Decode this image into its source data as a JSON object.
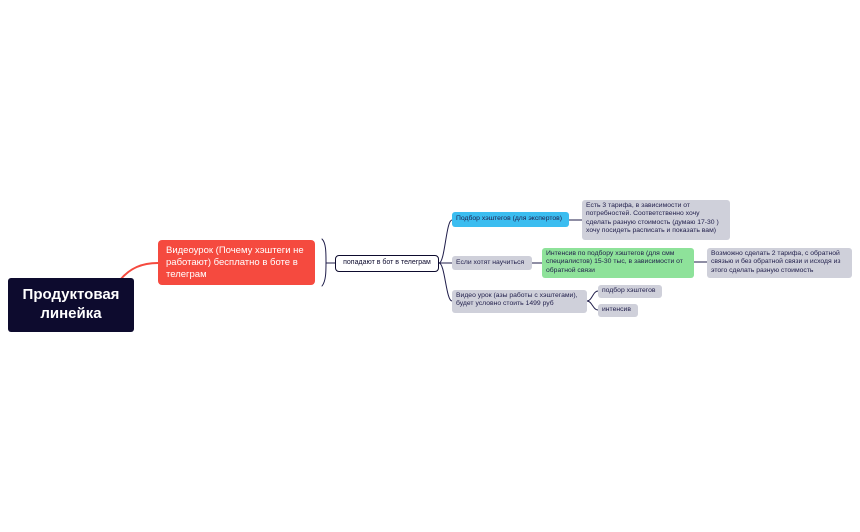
{
  "mindmap": {
    "root": "Продуктовая линейка",
    "level1": "Видеоурок (Почему хэштеги не работают) бесплатно в боте в телеграм",
    "level2": "попадают в бот в телеграм",
    "branches": [
      {
        "label": "Подбор хэштегов (для экспертов)",
        "detail": "Есть 3 тарифа, в зависимости от потребностей. Соответственно хочу сделать разную стоимость (думаю 17-30 ) хочу посидеть расписать и показать вам)"
      },
      {
        "label": "Если хотят научиться",
        "detail": "Интенсив по подбору хэштегов (для смм специалистов) 15-30 тыс, в зависимости от обратной связи",
        "subdetail": "Возможно сделать 2 тарифа, с обратной связью и без обратной связи и исходя из этого сделать разную стоимость"
      },
      {
        "label": "Видео урок (азы работы с хэштегами), будет условно стоить 1499 руб",
        "children": [
          "подбор хэштегов",
          "интенсив"
        ]
      }
    ]
  },
  "colors": {
    "root": "#0d0b2e",
    "accent_red": "#f54a3f",
    "accent_blue": "#3bbdf0",
    "accent_green": "#8ee29a",
    "neutral": "#cfd0da",
    "connector": "#1f1d4a"
  }
}
